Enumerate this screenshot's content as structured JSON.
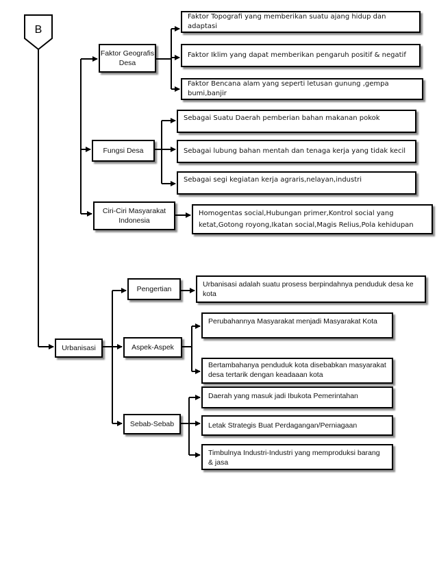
{
  "marker": "B",
  "section1": {
    "faktor_geografis": {
      "label": "Faktor Geografis Desa",
      "items": [
        "Faktor Topografi yang memberikan suatu ajang hidup dan adaptasi",
        "Faktor Iklim yang dapat memberikan pengaruh positif & negatif",
        "Faktor Bencana alam yang seperti letusan gunung ,gempa bumi,banjir"
      ]
    },
    "fungsi_desa": {
      "label": "Fungsi Desa",
      "items": [
        "Sebagai  Suatu Daerah pemberian bahan makanan pokok",
        "Sebagai lubung bahan mentah dan tenaga kerja yang tidak kecil",
        "Sebagai  segi kegiatan kerja agraris,nelayan,industri"
      ]
    },
    "ciri_ciri": {
      "label": "Ciri-Ciri Masyarakat Indonesia",
      "items": [
        "Homogentas social,Hubungan primer,Kontrol social yang ketat,Gotong royong,Ikatan social,Magis Relius,Pola kehidupan"
      ]
    }
  },
  "section2": {
    "label": "Urbanisasi",
    "pengertian": {
      "label": "Pengertian",
      "items": [
        "Urbanisasi adalah suatu prosess berpindahnya penduduk desa ke kota"
      ]
    },
    "aspek": {
      "label": "Aspek-Aspek",
      "items": [
        "Perubahannya Masyarakat menjadi Masyarakat Kota",
        "Bertambahanya penduduk kota disebabkan masyarakat desa tertarik dengan keadaaan kota"
      ]
    },
    "sebab": {
      "label": "Sebab-Sebab",
      "items": [
        "Daerah yang masuk jadi Ibukota Pemerintahan",
        "Letak Strategis Buat Perdagangan/Perniagaan",
        "Timbulnya Industri-Industri yang memproduksi barang & jasa"
      ]
    }
  }
}
